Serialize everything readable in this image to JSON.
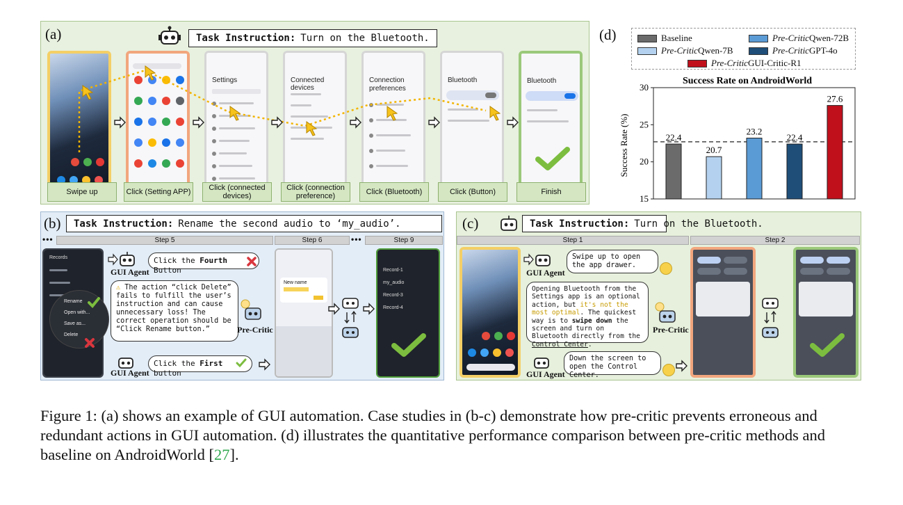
{
  "panel_a": {
    "label": "(a)",
    "instruction_prefix": "Task Instruction:",
    "instruction": "Turn on the Bluetooth.",
    "screens": [
      {
        "title": ""
      },
      {
        "title": ""
      },
      {
        "title": "Settings"
      },
      {
        "title": "Connected devices"
      },
      {
        "title": "Connection preferences"
      },
      {
        "title": "Bluetooth"
      },
      {
        "title": "Bluetooth"
      }
    ],
    "actions": [
      "Swipe up",
      "Click (Setting APP)",
      "Click (connected devices)",
      "Click (connection preference)",
      "Click (Bluetooth)",
      "Click (Button)",
      "Finish"
    ]
  },
  "panel_b": {
    "label": "(b)",
    "instruction_prefix": "Task Instruction:",
    "instruction": "Rename the second audio to ‘my_audio’.",
    "steps": [
      "Step 5",
      "Step 6",
      "Step 9"
    ],
    "ellipsis": "•••",
    "agent_label": "GUI Agent",
    "critic_label": "Pre-Critic",
    "agent_action_1_pre": "Click the ",
    "agent_action_1_bold": "Fourth",
    "agent_action_1_post": " Button",
    "critic_feedback": "The action “click Delete” fails to fulfill the user’s instruction and can cause unnecessary loss! The correct operation should be “Click Rename button.”",
    "agent_action_2_pre": "Click the ",
    "agent_action_2_bold": "First",
    "agent_action_2_post": " button",
    "menu_items": [
      "Rename",
      "Open with...",
      "Save as...",
      "Delete"
    ],
    "records_title": "Records",
    "dialog_title": "New name",
    "records_list": [
      "Record-1",
      "my_audio",
      "Record-3",
      "Record-4"
    ]
  },
  "panel_c": {
    "label": "(c)",
    "instruction_prefix": "Task Instruction:",
    "instruction": "Turn on the Bluetooth.",
    "steps": [
      "Step 1",
      "Step 2"
    ],
    "agent_label": "GUI Agent",
    "critic_label": "Pre-Critic",
    "agent_action_1": "Swipe up to open the app drawer.",
    "critic_pre": "Opening Bluetooth from the Settings app is an optional action, but ",
    "critic_highlight": "it's not the most optimal",
    "critic_mid": ". The quickest way is to ",
    "critic_bold": "swipe down",
    "critic_post": " the screen and turn on Bluetooth directly from the ",
    "critic_underline": "Control Center",
    "critic_end": ".",
    "agent_action_2": "Down the screen to open the Control Center."
  },
  "panel_d": {
    "label": "(d)",
    "legend": [
      {
        "italic": "",
        "text": "Baseline",
        "color": "#6b6b6b"
      },
      {
        "italic": "Pre-Critic",
        "text": " Qwen-72B",
        "color": "#5b9bd5"
      },
      {
        "italic": "Pre-Critic",
        "text": " Qwen-7B",
        "color": "#b4d2f0"
      },
      {
        "italic": "Pre-Critic",
        "text": " GPT-4o",
        "color": "#1f4e79"
      },
      {
        "italic": "Pre-Critic",
        "text": " GUI-Critic-R1",
        "color": "#c0101c"
      }
    ]
  },
  "chart_data": {
    "type": "bar",
    "title": "Success Rate on AndroidWorld",
    "ylabel": "Success Rate (%)",
    "ylim": [
      15,
      30
    ],
    "yticks": [
      15,
      20,
      25,
      30
    ],
    "reference_line": 22.7,
    "categories": [
      "Baseline",
      "Pre-Critic Qwen-7B",
      "Pre-Critic Qwen-72B",
      "Pre-Critic GPT-4o",
      "Pre-Critic GUI-Critic-R1"
    ],
    "values": [
      22.4,
      20.7,
      23.2,
      22.4,
      27.6
    ],
    "labels": [
      "22.4",
      "20.7",
      "23.2",
      "22.4",
      "27.6"
    ],
    "colors": [
      "#6b6b6b",
      "#b4d2f0",
      "#5b9bd5",
      "#1f4e79",
      "#c0101c"
    ]
  },
  "caption": {
    "text": "Figure 1:  (a) shows an example of GUI automation. Case studies in (b-c) demonstrate how pre-critic prevents erroneous and redundant actions in GUI automation. (d) illustrates the quantitative performance comparison between pre-critic methods and baseline on AndroidWorld [",
    "ref": "27",
    "end": "]."
  }
}
